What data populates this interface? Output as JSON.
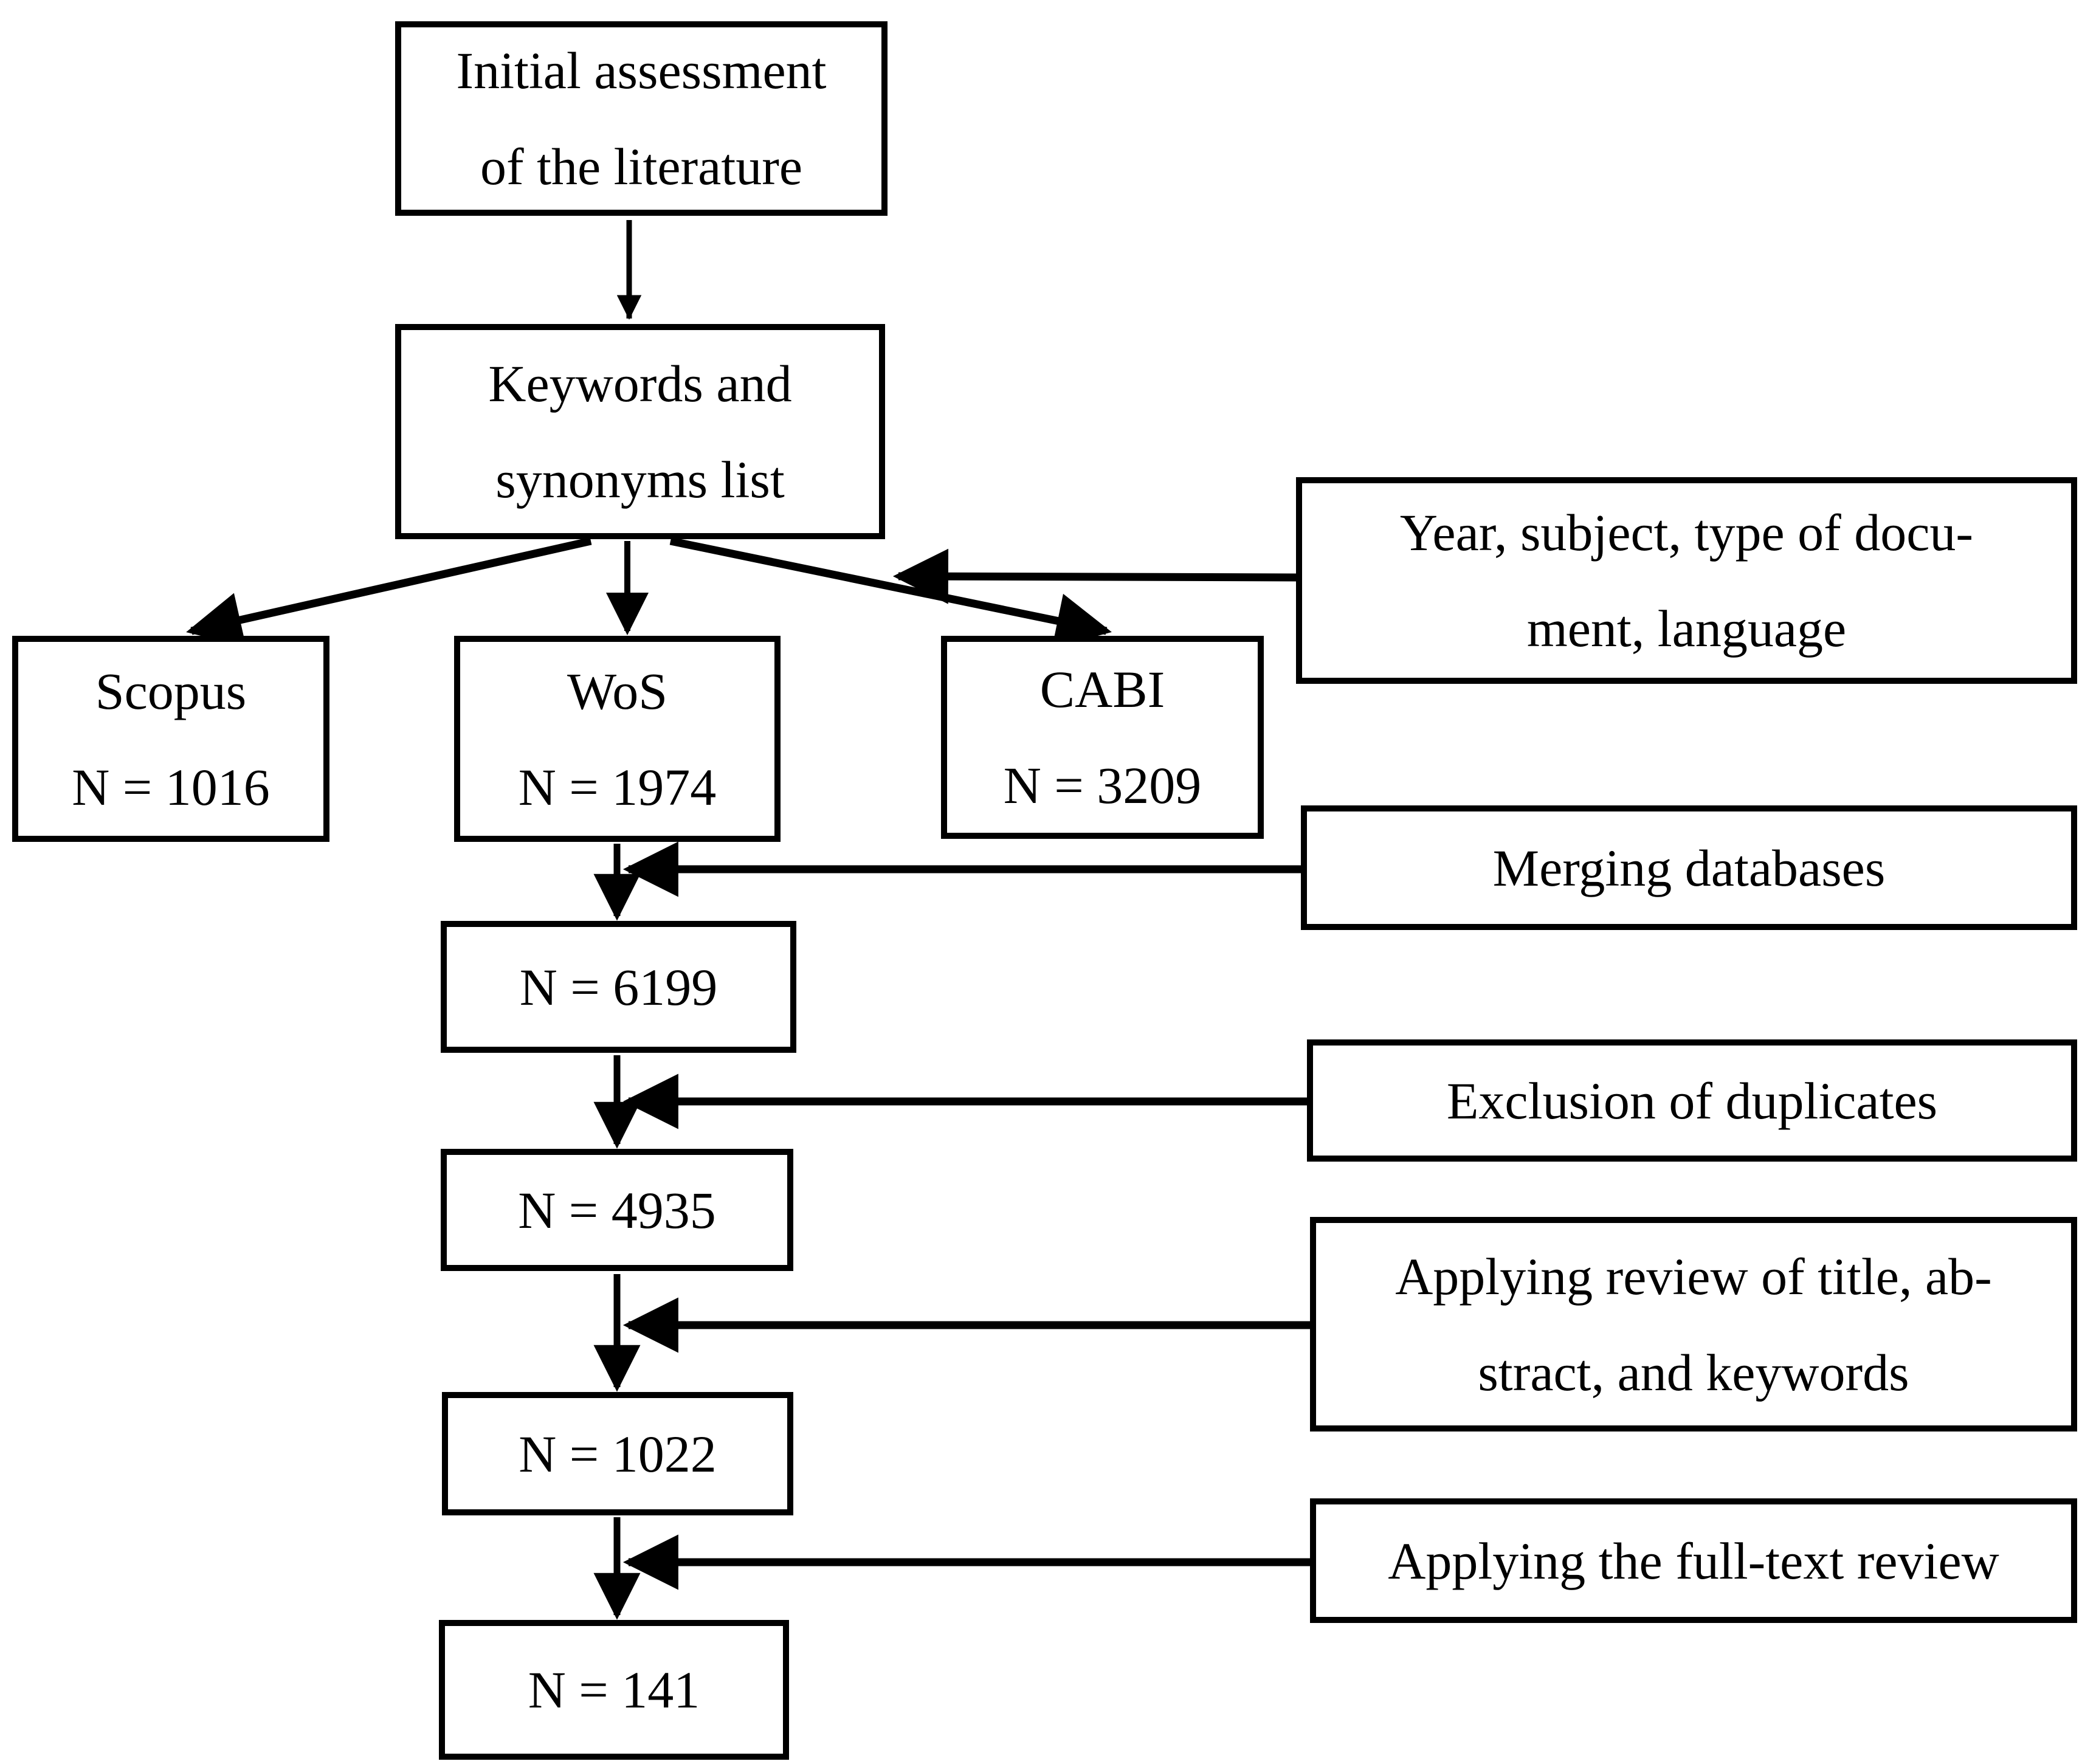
{
  "diagram": {
    "title": "Literature selection flowchart",
    "colors": {
      "line": "#000000",
      "background": "#ffffff",
      "text": "#000000"
    },
    "boxes": {
      "initial_assessment": {
        "line1": "Initial assessment",
        "line2": "of the literature"
      },
      "keywords_list": {
        "line1": "Keywords and",
        "line2": "synonyms list"
      },
      "scopus": {
        "line1": "Scopus",
        "line2": "N = 1016"
      },
      "wos": {
        "line1": "WoS",
        "line2": "N = 1974"
      },
      "cabi": {
        "line1": "CABI",
        "line2": "N = 3209"
      },
      "filter_criteria": {
        "line1": "Year, subject, type of docu-",
        "line2": "ment, language"
      },
      "merging_databases": {
        "line1": "Merging databases"
      },
      "n_merged": {
        "line1": "N = 6199"
      },
      "exclusion_duplicates": {
        "line1": "Exclusion of duplicates"
      },
      "n_after_duplicates": {
        "line1": "N = 4935"
      },
      "title_abstract_review": {
        "line1": "Applying review of title, ab-",
        "line2": "stract, and keywords"
      },
      "n_after_screening": {
        "line1": "N = 1022"
      },
      "fulltext_review": {
        "line1": "Applying the full-text review"
      },
      "n_final": {
        "line1": "N = 141"
      }
    }
  }
}
